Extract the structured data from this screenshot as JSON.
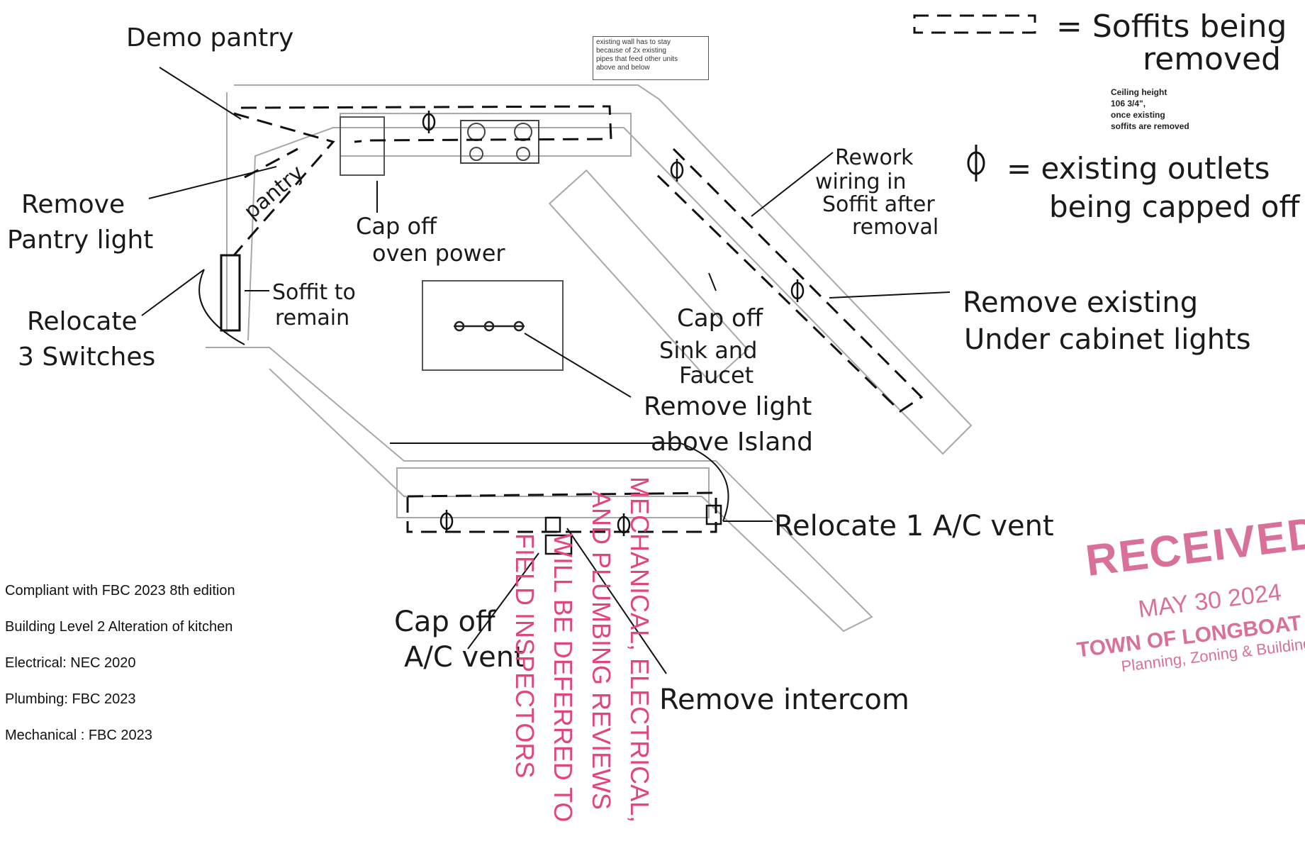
{
  "legend": {
    "soffit_symbol_text": "= Soffits being removed",
    "outlet_symbol_text": "= existing outlets being capped off",
    "ceiling_note": [
      "Ceiling height",
      "106 3/4\",",
      "once existing",
      "soffits are removed"
    ]
  },
  "existing_wall_note": [
    "existing wall has to stay",
    "because of 2x existing",
    "pipes that feed other units",
    "above and below"
  ],
  "annotations": {
    "demo_pantry": "Demo pantry",
    "pantry": "pantry",
    "remove_pantry_light": [
      "Remove",
      "Pantry light"
    ],
    "relocate_switches": [
      "Relocate",
      "3 Switches"
    ],
    "soffit_to_remain": [
      "Soffit to",
      "remain"
    ],
    "cap_off_oven": [
      "Cap off",
      "oven power"
    ],
    "rework_wiring": [
      "Rework",
      "wiring in",
      "Soffit after",
      "removal"
    ],
    "cap_off_sink": [
      "Cap off",
      "Sink and",
      "Faucet"
    ],
    "remove_under_cabinet": [
      "Remove existing",
      "Under cabinet lights"
    ],
    "remove_island_light": [
      "Remove light",
      "above Island"
    ],
    "relocate_ac_vent": "Relocate 1 A/C vent",
    "cap_off_ac_vent": [
      "Cap off",
      "A/C vent"
    ],
    "remove_intercom": "Remove intercom"
  },
  "review_stamp": [
    "MECHANICAL, ELECTRICAL,",
    "AND PLUMBING REVIEWS",
    "WILL BE DEFERRED TO",
    "FIELD INSPECTORS"
  ],
  "received_stamp": {
    "title": "RECEIVED",
    "date": "MAY 30 2024",
    "town": "TOWN OF LONGBOAT KEY",
    "department": "Planning, Zoning & Building"
  },
  "code_notes": [
    "Compliant with FBC 2023 8th edition",
    "Building Level 2 Alteration of kitchen",
    "Electrical:  NEC 2020",
    "Plumbing: FBC 2023",
    "Mechanical : FBC 2023"
  ],
  "colors": {
    "stamp_pink": "#d9709a",
    "review_magenta": "#e0457f",
    "ink": "#1a1a1a",
    "plan_gray": "#9a9a9a"
  }
}
